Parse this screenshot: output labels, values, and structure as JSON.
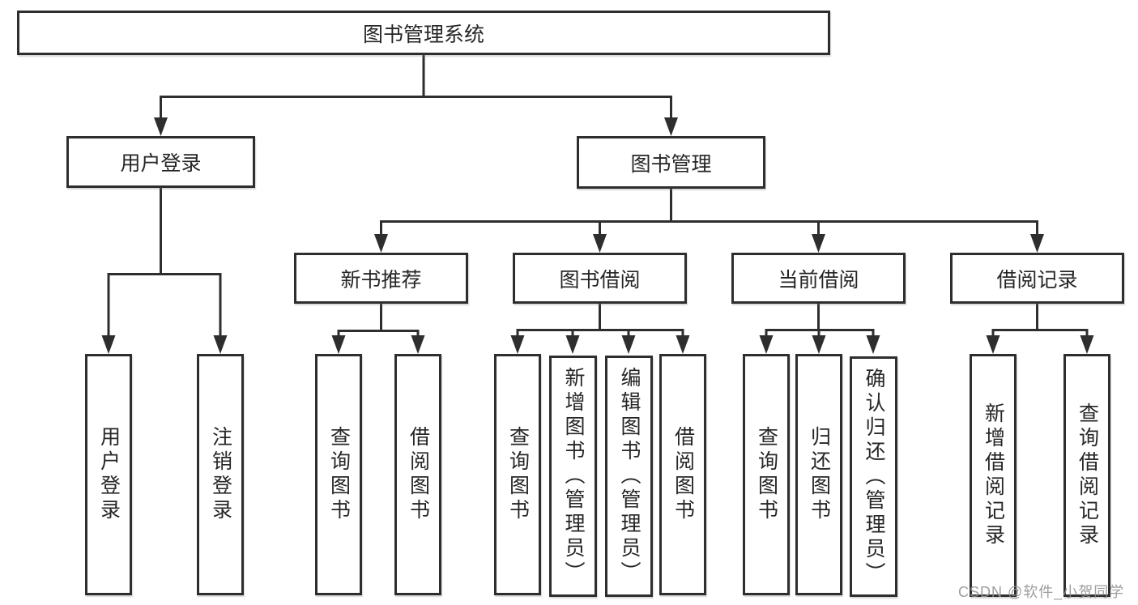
{
  "diagram": {
    "root": {
      "label": "图书管理系统"
    },
    "branches": [
      {
        "label": "用户登录",
        "children": [
          {
            "label": "用户登录"
          },
          {
            "label": "注销登录"
          }
        ]
      },
      {
        "label": "图书管理",
        "children": [
          {
            "label": "新书推荐",
            "children": [
              {
                "label": "查询图书"
              },
              {
                "label": "借阅图书"
              }
            ]
          },
          {
            "label": "图书借阅",
            "children": [
              {
                "label": "查询图书"
              },
              {
                "label": "新增图书（管理员）"
              },
              {
                "label": "编辑图书（管理员）"
              },
              {
                "label": "借阅图书"
              }
            ]
          },
          {
            "label": "当前借阅",
            "children": [
              {
                "label": "查询图书"
              },
              {
                "label": "归还图书"
              },
              {
                "label": "确认归还（管理员）"
              }
            ]
          },
          {
            "label": "借阅记录",
            "children": [
              {
                "label": "新增借阅记录"
              },
              {
                "label": "查询借阅记录"
              }
            ]
          }
        ]
      }
    ]
  },
  "watermark": {
    "text": "CSDN @软件_小贺同学"
  },
  "colors": {
    "line": "#2e2e2e",
    "text": "#262626",
    "background": "#ffffff",
    "watermark": "#949494"
  }
}
